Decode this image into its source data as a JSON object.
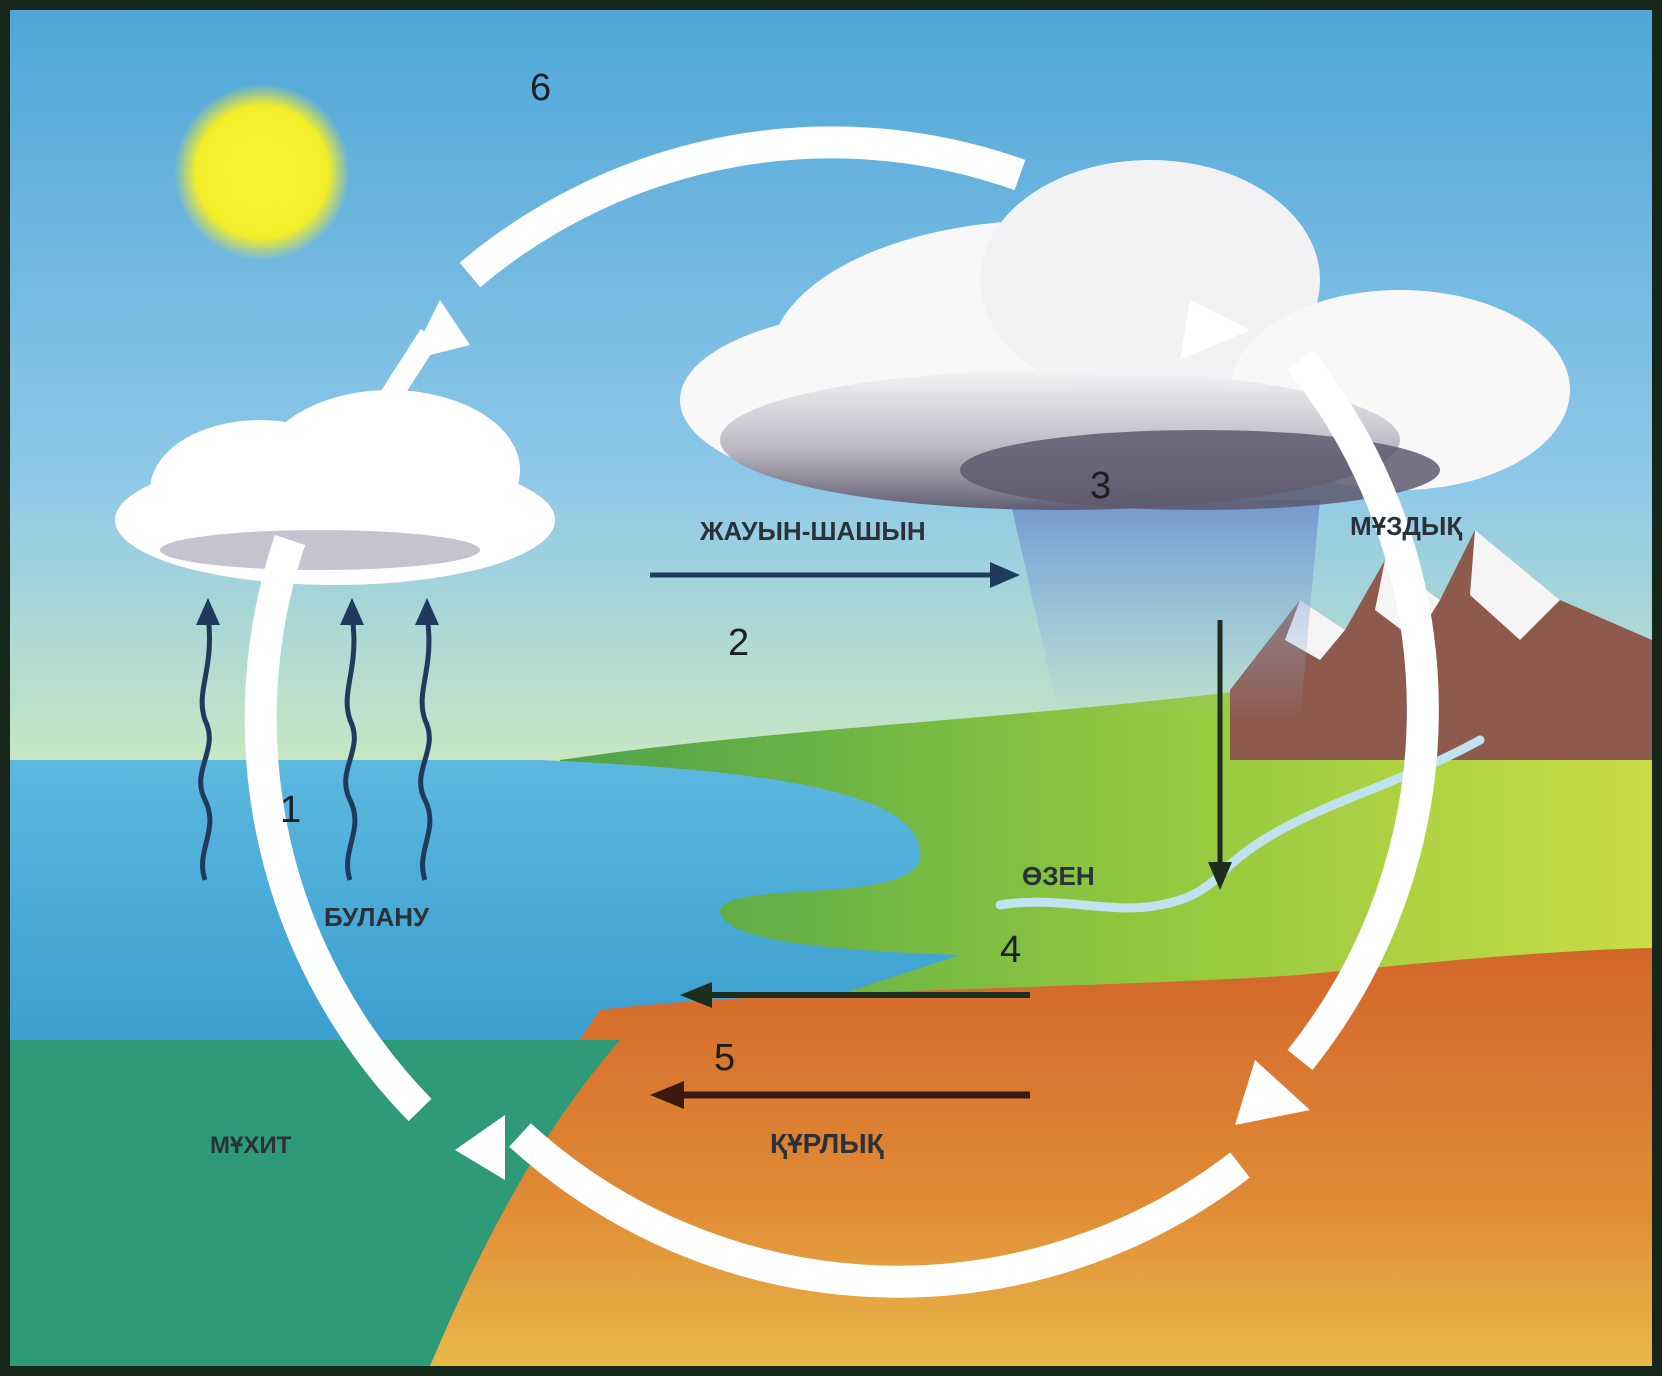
{
  "labels": {
    "evaporation": "БУЛАНУ",
    "precipitation": "ЖАУЫН-ШАШЫН",
    "glacier": "МҰЗДЫҚ",
    "river": "ӨЗЕН",
    "ocean": "МҰХИТ",
    "land": "ҚҰРЛЫҚ"
  },
  "numbers": {
    "n1": "1",
    "n2": "2",
    "n3": "3",
    "n4": "4",
    "n5": "5",
    "n6": "6"
  },
  "colors": {
    "sun": "#f4ee2a",
    "sea": "#4fb3dc",
    "ocean_deep": "#2f9a78",
    "land": "#d9782e",
    "grass": "#8cc63f",
    "arrow": "#ffffff",
    "frame": "#1a2a1a"
  }
}
